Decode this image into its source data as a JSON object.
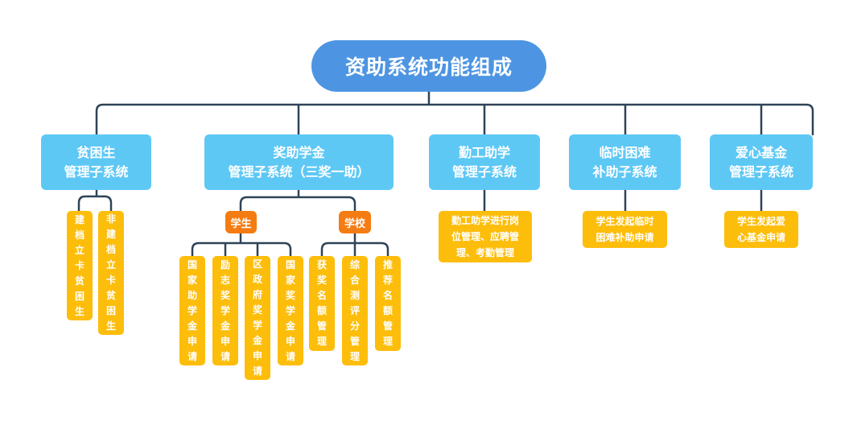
{
  "title": "资助系统功能组成",
  "subsystems": [
    {
      "label": "贫困生\n管理子系统"
    },
    {
      "label": "奖助学金\n管理子系统（三奖一助）"
    },
    {
      "label": "勤工助学\n管理子系统"
    },
    {
      "label": "临时困难\n补助子系统"
    },
    {
      "label": "爱心基金\n管理子系统"
    }
  ],
  "poor_student_items": [
    "建档立卡贫困生",
    "非建档立卡贫困生"
  ],
  "scholarship_groups": [
    {
      "label": "学生",
      "items": [
        "国家助学金申请",
        "励志奖学金申请",
        "区政府奖学金申请",
        "国家奖学金申请"
      ]
    },
    {
      "label": "学校",
      "items": [
        "获奖名额管理",
        "综合测评分管理",
        "推荐名额管理"
      ]
    }
  ],
  "work_study_item": "勤工助学进行岗\n位管理、应聘管\n理、考勤管理",
  "temporary_aid_item": "学生发起临时\n困难补助申请",
  "charity_fund_item": "学生发起爱\n心基金申请",
  "colors": {
    "root": "#4d95e2",
    "subsystem": "#5ec8f5",
    "group_tag": "#f57c12",
    "leaf": "#fdbd0b",
    "connector": "#2f4357"
  }
}
